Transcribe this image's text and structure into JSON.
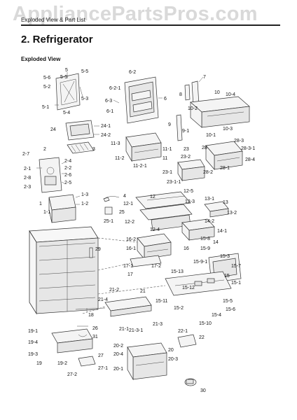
{
  "header": {
    "watermark": "AppliancePartsPros.com",
    "breadcrumb": "Exploded View & Part List",
    "section_title": "2.  Refrigerator",
    "subtitle": "Exploded View"
  },
  "callouts": [
    {
      "id": "c-5",
      "text": "5"
    },
    {
      "id": "c-5-5a",
      "text": "5-5"
    },
    {
      "id": "c-5-5b",
      "text": "5-5"
    },
    {
      "id": "c-5-6",
      "text": "5-6"
    },
    {
      "id": "c-5-2",
      "text": "5-2"
    },
    {
      "id": "c-5-3",
      "text": "5-3"
    },
    {
      "id": "c-5-1",
      "text": "5-1"
    },
    {
      "id": "c-5-4",
      "text": "5-4"
    },
    {
      "id": "c-6-2",
      "text": "6-2"
    },
    {
      "id": "c-6-2-1",
      "text": "6-2-1"
    },
    {
      "id": "c-6-3",
      "text": "6-3"
    },
    {
      "id": "c-6-1",
      "text": "6-1"
    },
    {
      "id": "c-6",
      "text": "6"
    },
    {
      "id": "c-7",
      "text": "7"
    },
    {
      "id": "c-8",
      "text": "8"
    },
    {
      "id": "c-10",
      "text": "10"
    },
    {
      "id": "c-10-4",
      "text": "10-4"
    },
    {
      "id": "c-10-2",
      "text": "10-2"
    },
    {
      "id": "c-10-3",
      "text": "10-3"
    },
    {
      "id": "c-10-1",
      "text": "10-1"
    },
    {
      "id": "c-9",
      "text": "9"
    },
    {
      "id": "c-9-1",
      "text": "9-1"
    },
    {
      "id": "c-24",
      "text": "24"
    },
    {
      "id": "c-24-1",
      "text": "24-1"
    },
    {
      "id": "c-24-2",
      "text": "24-2"
    },
    {
      "id": "c-3",
      "text": "3"
    },
    {
      "id": "c-11-3",
      "text": "11-3"
    },
    {
      "id": "c-11-1",
      "text": "11-1"
    },
    {
      "id": "c-11-2",
      "text": "11-2"
    },
    {
      "id": "c-11",
      "text": "11"
    },
    {
      "id": "c-11-2-1",
      "text": "11-2-1"
    },
    {
      "id": "c-23",
      "text": "23"
    },
    {
      "id": "c-23-2",
      "text": "23-2"
    },
    {
      "id": "c-23-1",
      "text": "23-1"
    },
    {
      "id": "c-23-1-1",
      "text": "23-1-1"
    },
    {
      "id": "c-28",
      "text": "28"
    },
    {
      "id": "c-28-3",
      "text": "28-3"
    },
    {
      "id": "c-28-3-1",
      "text": "28-3-1"
    },
    {
      "id": "c-28-4",
      "text": "28-4"
    },
    {
      "id": "c-28-2",
      "text": "28-2"
    },
    {
      "id": "c-28-1",
      "text": "28-1"
    },
    {
      "id": "c-2",
      "text": "2"
    },
    {
      "id": "c-2-7",
      "text": "2-7"
    },
    {
      "id": "c-2-4",
      "text": "2-4"
    },
    {
      "id": "c-2-1",
      "text": "2-1"
    },
    {
      "id": "c-2-2",
      "text": "2-2"
    },
    {
      "id": "c-2-6",
      "text": "2-6"
    },
    {
      "id": "c-2-8",
      "text": "2-8"
    },
    {
      "id": "c-2-5",
      "text": "2-5"
    },
    {
      "id": "c-2-3",
      "text": "2-3"
    },
    {
      "id": "c-1",
      "text": "1"
    },
    {
      "id": "c-1-3",
      "text": "1-3"
    },
    {
      "id": "c-1-2",
      "text": "1-2"
    },
    {
      "id": "c-1-1",
      "text": "1-1"
    },
    {
      "id": "c-4",
      "text": "4"
    },
    {
      "id": "c-25",
      "text": "25"
    },
    {
      "id": "c-25-1",
      "text": "25-1"
    },
    {
      "id": "c-12-5",
      "text": "12-5"
    },
    {
      "id": "c-12",
      "text": "12"
    },
    {
      "id": "c-12-1",
      "text": "12-1"
    },
    {
      "id": "c-12-3",
      "text": "12-3"
    },
    {
      "id": "c-12-2",
      "text": "12-2"
    },
    {
      "id": "c-12-4",
      "text": "12-4"
    },
    {
      "id": "c-13",
      "text": "13"
    },
    {
      "id": "c-13-1",
      "text": "13-1"
    },
    {
      "id": "c-13-2",
      "text": "13-2"
    },
    {
      "id": "c-14-2",
      "text": "14-2"
    },
    {
      "id": "c-14-1",
      "text": "14-1"
    },
    {
      "id": "c-14",
      "text": "14"
    },
    {
      "id": "c-16-2",
      "text": "16-2"
    },
    {
      "id": "c-16-1",
      "text": "16-1"
    },
    {
      "id": "c-16",
      "text": "16"
    },
    {
      "id": "c-17-1",
      "text": "17-1"
    },
    {
      "id": "c-17-2",
      "text": "17-2"
    },
    {
      "id": "c-17",
      "text": "17"
    },
    {
      "id": "c-29",
      "text": "29"
    },
    {
      "id": "c-15-8",
      "text": "15-8"
    },
    {
      "id": "c-15-9",
      "text": "15-9"
    },
    {
      "id": "c-15-9-1",
      "text": "15-9-1"
    },
    {
      "id": "c-15-3",
      "text": "15-3"
    },
    {
      "id": "c-15-7",
      "text": "15-7"
    },
    {
      "id": "c-15-13",
      "text": "15-13"
    },
    {
      "id": "c-15",
      "text": "15"
    },
    {
      "id": "c-15-1",
      "text": "15-1"
    },
    {
      "id": "c-15-12",
      "text": "15-12"
    },
    {
      "id": "c-15-11",
      "text": "15-11"
    },
    {
      "id": "c-15-2",
      "text": "15-2"
    },
    {
      "id": "c-15-5",
      "text": "15-5"
    },
    {
      "id": "c-15-4",
      "text": "15-4"
    },
    {
      "id": "c-15-6",
      "text": "15-6"
    },
    {
      "id": "c-15-10",
      "text": "15-10"
    },
    {
      "id": "c-21-2",
      "text": "21-2"
    },
    {
      "id": "c-21",
      "text": "21"
    },
    {
      "id": "c-21-4",
      "text": "21-4"
    },
    {
      "id": "c-18",
      "text": "18"
    },
    {
      "id": "c-21-1",
      "text": "21-1"
    },
    {
      "id": "c-21-3-1",
      "text": "21-3-1"
    },
    {
      "id": "c-21-3",
      "text": "21-3"
    },
    {
      "id": "c-19-1",
      "text": "19-1"
    },
    {
      "id": "c-19-4",
      "text": "19-4"
    },
    {
      "id": "c-19-3",
      "text": "19-3"
    },
    {
      "id": "c-19",
      "text": "19"
    },
    {
      "id": "c-19-2",
      "text": "19-2"
    },
    {
      "id": "c-26",
      "text": "26"
    },
    {
      "id": "c-31",
      "text": "31"
    },
    {
      "id": "c-27",
      "text": "27"
    },
    {
      "id": "c-27-1",
      "text": "27-1"
    },
    {
      "id": "c-27-2",
      "text": "27-2"
    },
    {
      "id": "c-20-2",
      "text": "20-2"
    },
    {
      "id": "c-20-4",
      "text": "20-4"
    },
    {
      "id": "c-20",
      "text": "20"
    },
    {
      "id": "c-20-3",
      "text": "20-3"
    },
    {
      "id": "c-20-1",
      "text": "20-1"
    },
    {
      "id": "c-22-1",
      "text": "22-1"
    },
    {
      "id": "c-22",
      "text": "22"
    },
    {
      "id": "c-30",
      "text": "30"
    }
  ]
}
